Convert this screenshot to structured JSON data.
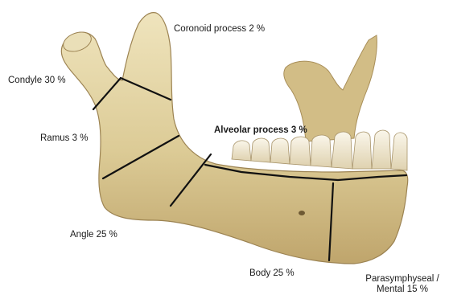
{
  "labels": {
    "coronoid": "Coronoid process 2 %",
    "condyle": "Condyle 30 %",
    "ramus": "Ramus 3 %",
    "alveolar": "Alveolar process 3 %",
    "angle": "Angle 25 %",
    "body": "Body 25 %",
    "parasymphyseal_line1": "Parasymphyseal /",
    "parasymphyseal_line2": "Mental 15 %"
  },
  "colors": {
    "bone_light": "#e9dcb0",
    "bone_mid": "#d7c48e",
    "bone_dark": "#b79f66",
    "tooth": "#f3ecd9",
    "divider": "#111111"
  }
}
